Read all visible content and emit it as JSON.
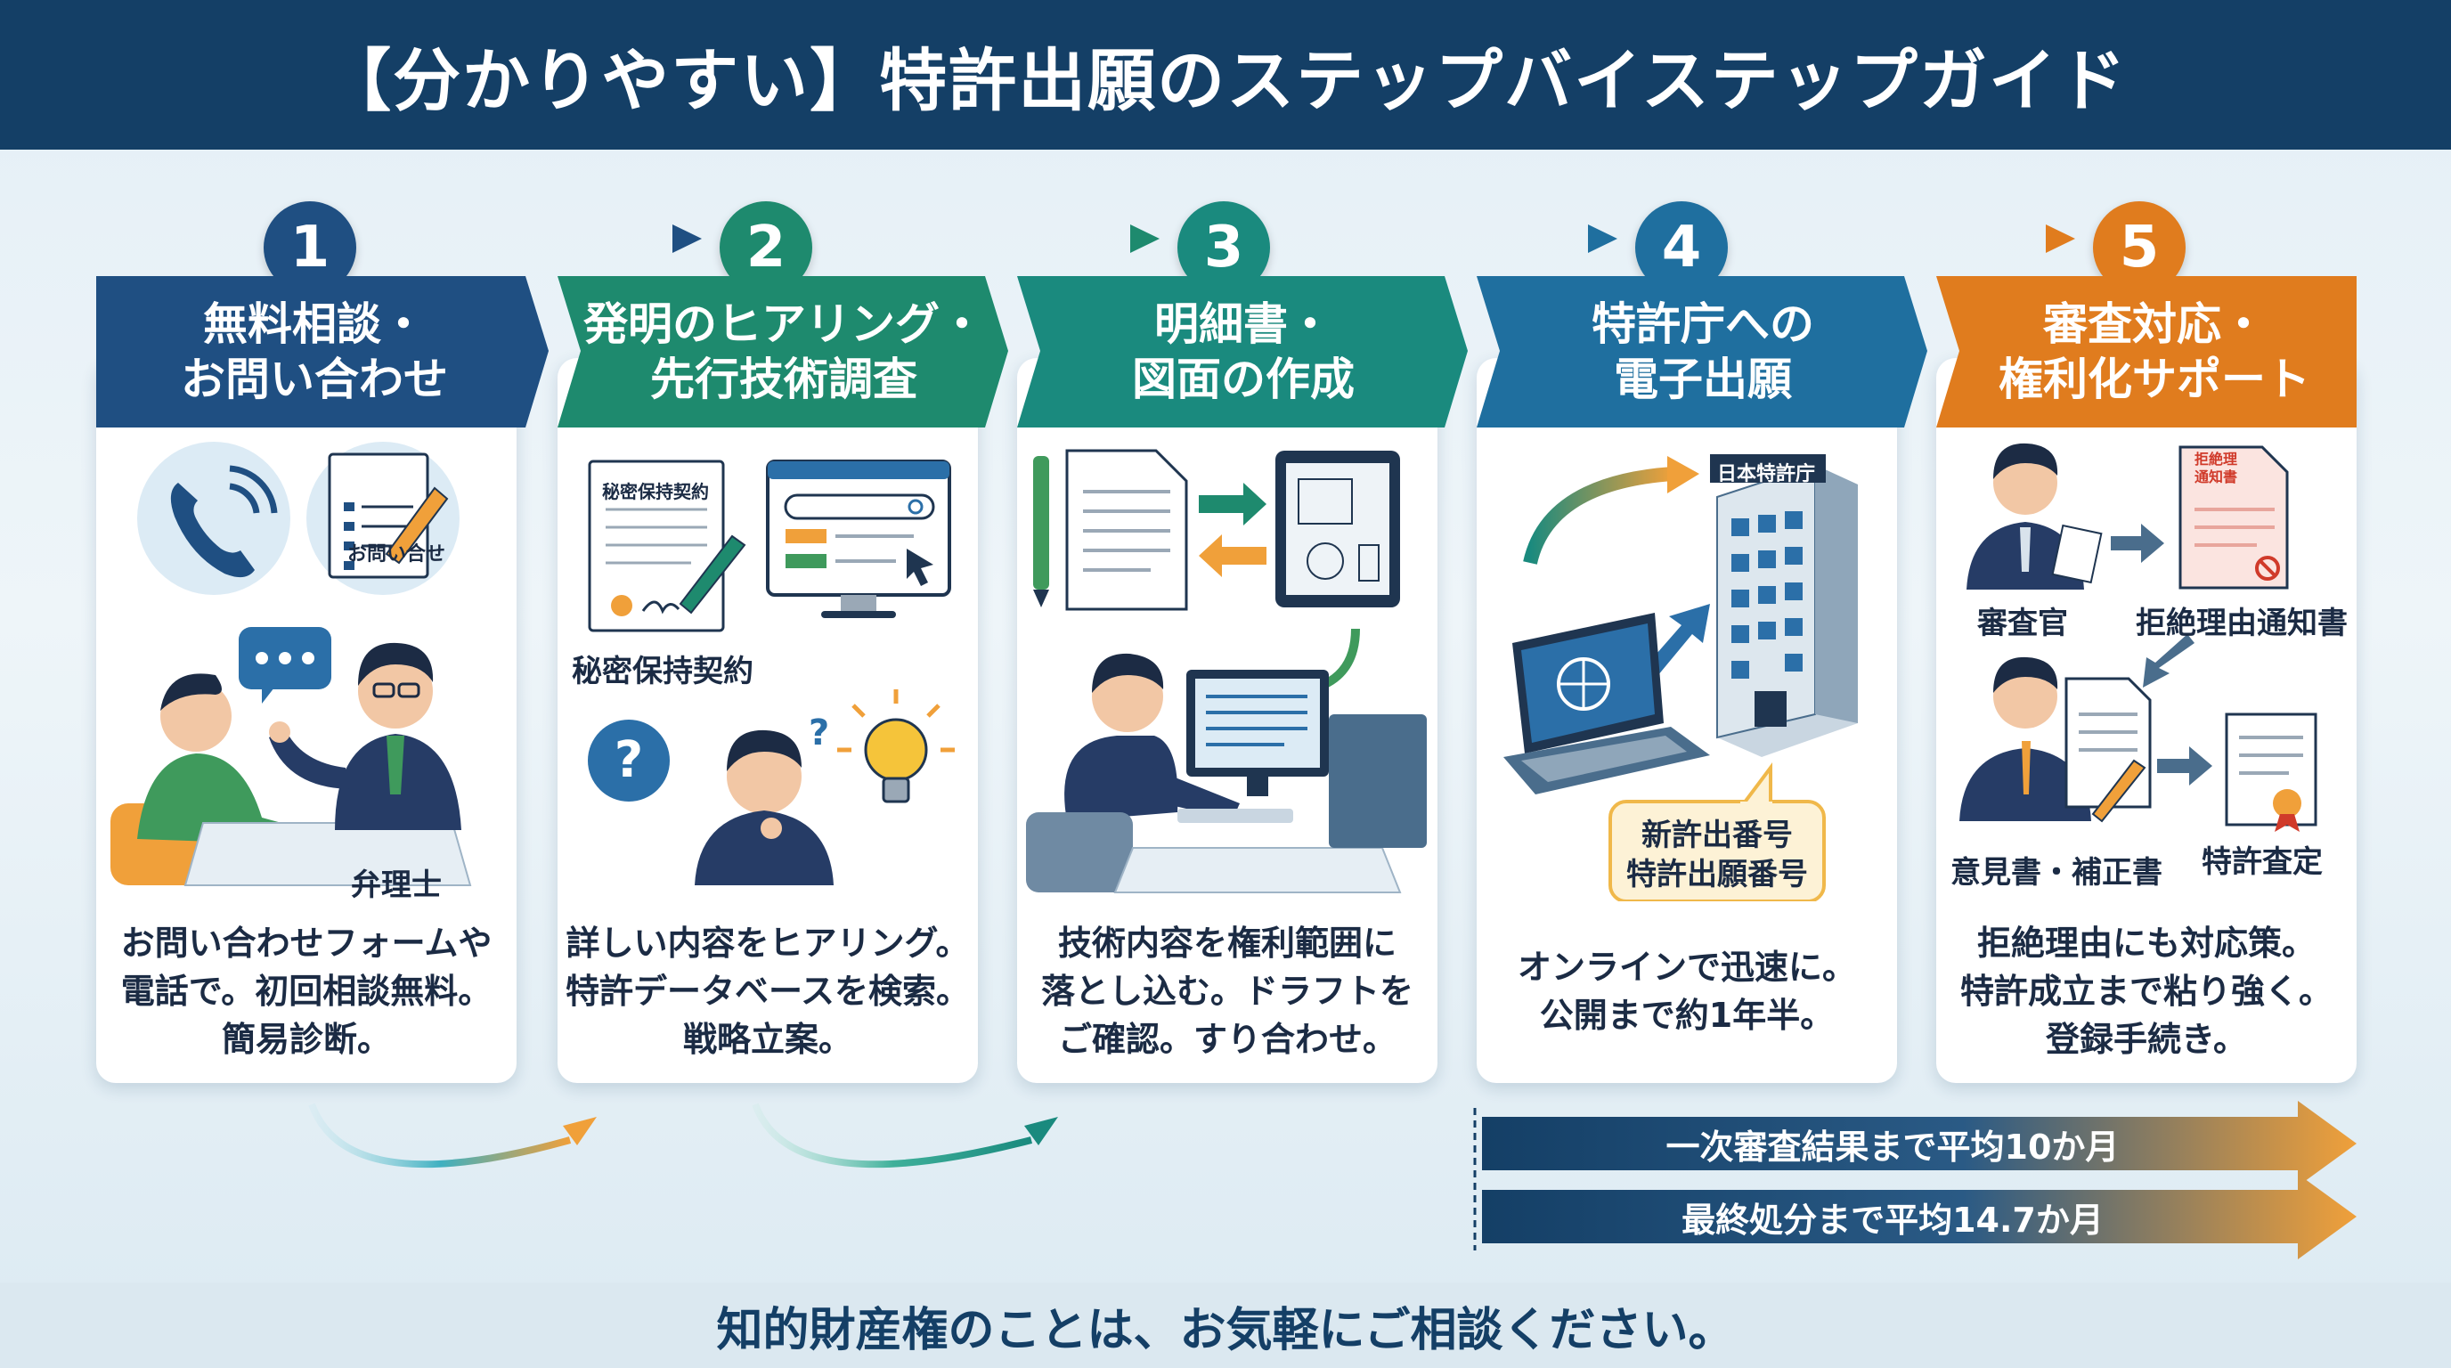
{
  "title": "【分かりやすい】特許出願のステップバイステップガイド",
  "steps": [
    {
      "num": "1",
      "title_lines": [
        "無料相談・",
        "お問い合わせ"
      ],
      "color": "#1f4f82",
      "labels": {
        "form": "お問い合せ",
        "attorney": "弁理士"
      },
      "desc_lines": [
        "お問い合わせフォームや",
        "電話で。初回相談無料。",
        "簡易診断。"
      ]
    },
    {
      "num": "2",
      "title_lines": [
        "発明のヒアリング・",
        "先行技術調査"
      ],
      "color": "#1e8a6e",
      "labels": {
        "nda_doc": "秘密保持契約",
        "nda": "秘密保持契約"
      },
      "desc_lines": [
        "詳しい内容をヒアリング。",
        "特許データベースを検索。",
        "戦略立案。"
      ]
    },
    {
      "num": "3",
      "title_lines": [
        "明細書・",
        "図面の作成"
      ],
      "color": "#1a8a7e",
      "labels": {},
      "desc_lines": [
        "技術内容を権利範囲に",
        "落とし込む。ドラフトを",
        "ご確認。すり合わせ。"
      ]
    },
    {
      "num": "4",
      "title_lines": [
        "特許庁への",
        "電子出願"
      ],
      "color": "#1f6f9f",
      "labels": {
        "building": "日本特許庁",
        "bubble_lines": [
          "新許出番号",
          "特許出願番号"
        ]
      },
      "desc_lines": [
        "オンラインで迅速に。",
        "公開まで約1年半。"
      ]
    },
    {
      "num": "5",
      "title_lines": [
        "審査対応・",
        "権利化サポート"
      ],
      "color": "#e07c1e",
      "labels": {
        "examiner": "審査官",
        "rejection": "拒絶理由通知書",
        "rejection_doc_lines": [
          "拒絶理",
          "通知書"
        ],
        "opinion": "意見書・補正書",
        "grant": "特許査定"
      },
      "desc_lines": [
        "拒絶理由にも対応策。",
        "特許成立まで粘り強く。",
        "登録手続き。"
      ]
    }
  ],
  "timeline": [
    {
      "label": "一次審査結果まで平均10か月"
    },
    {
      "label": "最終処分まで平均14.7か月"
    }
  ],
  "footer": "知的財産権のことは、お気軽にご相談ください。",
  "colors": {
    "header": "#143f66",
    "navy": "#1f4f82",
    "green": "#1e8a6e",
    "teal": "#1a8a7e",
    "blue": "#1f6f9f",
    "orange": "#e07c1e"
  }
}
